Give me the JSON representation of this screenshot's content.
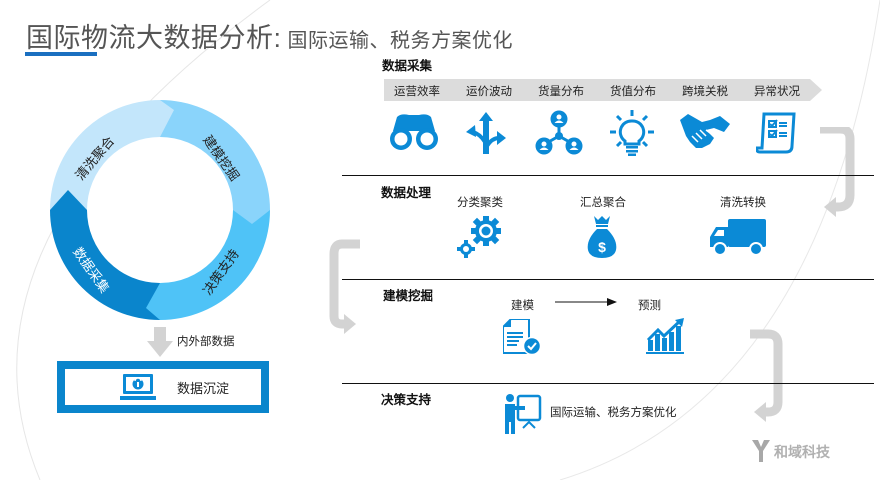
{
  "header": {
    "title": "国际物流大数据分析:",
    "subtitle": "国际运输、税务方案优化"
  },
  "cycle": {
    "segments": [
      {
        "label": "清洗聚合",
        "color": "#c3e6fb"
      },
      {
        "label": "建模挖掘",
        "color": "#8ad4fb"
      },
      {
        "label": "决策支持",
        "color": "#4fc3f7"
      },
      {
        "label": "数据采集",
        "color": "#0a85cc"
      }
    ]
  },
  "sink": {
    "arrow_label": "内外部数据",
    "label": "数据沉淀"
  },
  "sections": {
    "collection": {
      "title": "数据采集",
      "banner_items": [
        "运营效率",
        "运价波动",
        "货量分布",
        "货值分布",
        "跨境关税",
        "异常状况"
      ],
      "icons": [
        "binoculars-icon",
        "split-arrows-icon",
        "network-users-icon",
        "lightbulb-icon",
        "handshake-icon",
        "checklist-icon"
      ]
    },
    "processing": {
      "title": "数据处理",
      "items": [
        {
          "label": "分类聚类",
          "icon": "gears-icon"
        },
        {
          "label": "汇总聚合",
          "icon": "money-bag-icon"
        },
        {
          "label": "清洗转换",
          "icon": "truck-icon"
        }
      ]
    },
    "modeling": {
      "title": "建模挖掘",
      "items": [
        {
          "label": "建模",
          "icon": "document-check-icon"
        },
        {
          "label": "预测",
          "icon": "growth-chart-icon"
        }
      ]
    },
    "decision": {
      "title": "决策支持",
      "item": {
        "label": "国际运输、税务方案优化",
        "icon": "presenter-icon"
      }
    }
  },
  "colors": {
    "accent": "#0a85cc",
    "icon_blue": "#0b8ad6",
    "banner_gray": "#dcdcdc",
    "connector_gray": "#d3d3d3",
    "title_bar": "#1a6fc0"
  },
  "brand": {
    "name": "和域科技"
  }
}
